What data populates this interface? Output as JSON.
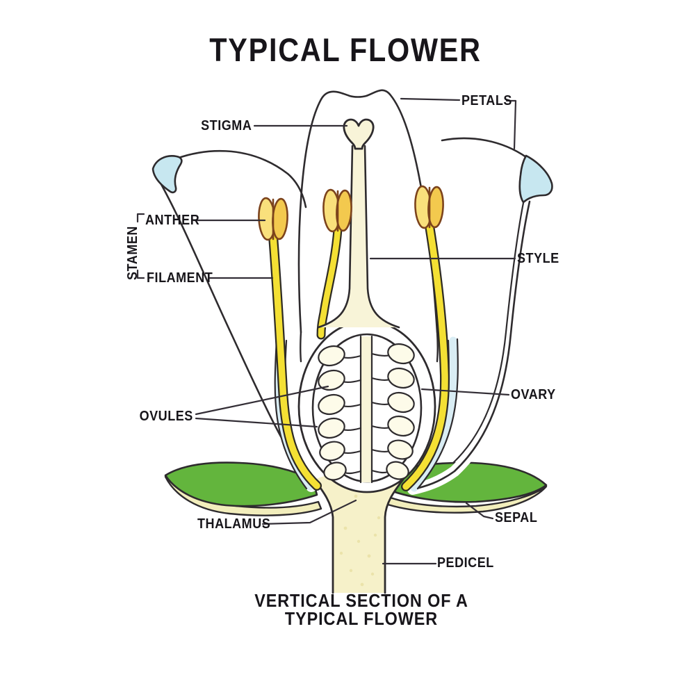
{
  "title": "TYPICAL FLOWER",
  "caption": {
    "line1": "VERTICAL SECTION OF A",
    "line2": "TYPICAL FLOWER"
  },
  "labels": {
    "stigma": "STIGMA",
    "petals": "PETALS",
    "anther": "ANTHER",
    "stamen": "STAMEN",
    "filament": "FILAMENT",
    "style": "STYLE",
    "ovary": "OVARY",
    "ovules": "OVULES",
    "thalamus": "THALAMUS",
    "sepal": "SEPAL",
    "pedicel": "PEDICEL"
  },
  "colors": {
    "outline": "#2e2b2e",
    "leader_line": "#332e36",
    "petal_tip_blue": "#c7e7f0",
    "petal_base_blue": "#d9edf4",
    "anther_lobe_light": "#f9e07c",
    "anther_lobe_dark": "#f3c94e",
    "anther_outline": "#7c431c",
    "filament_yellow": "#f4e034",
    "sepal_green": "#63b53d",
    "sepal_underside_cream": "#f2eebc",
    "pedicel_cream": "#f6f1c9",
    "style_cream": "#f8f4d8",
    "ovule_cream": "#fdfbe9",
    "background": "#ffffff"
  }
}
